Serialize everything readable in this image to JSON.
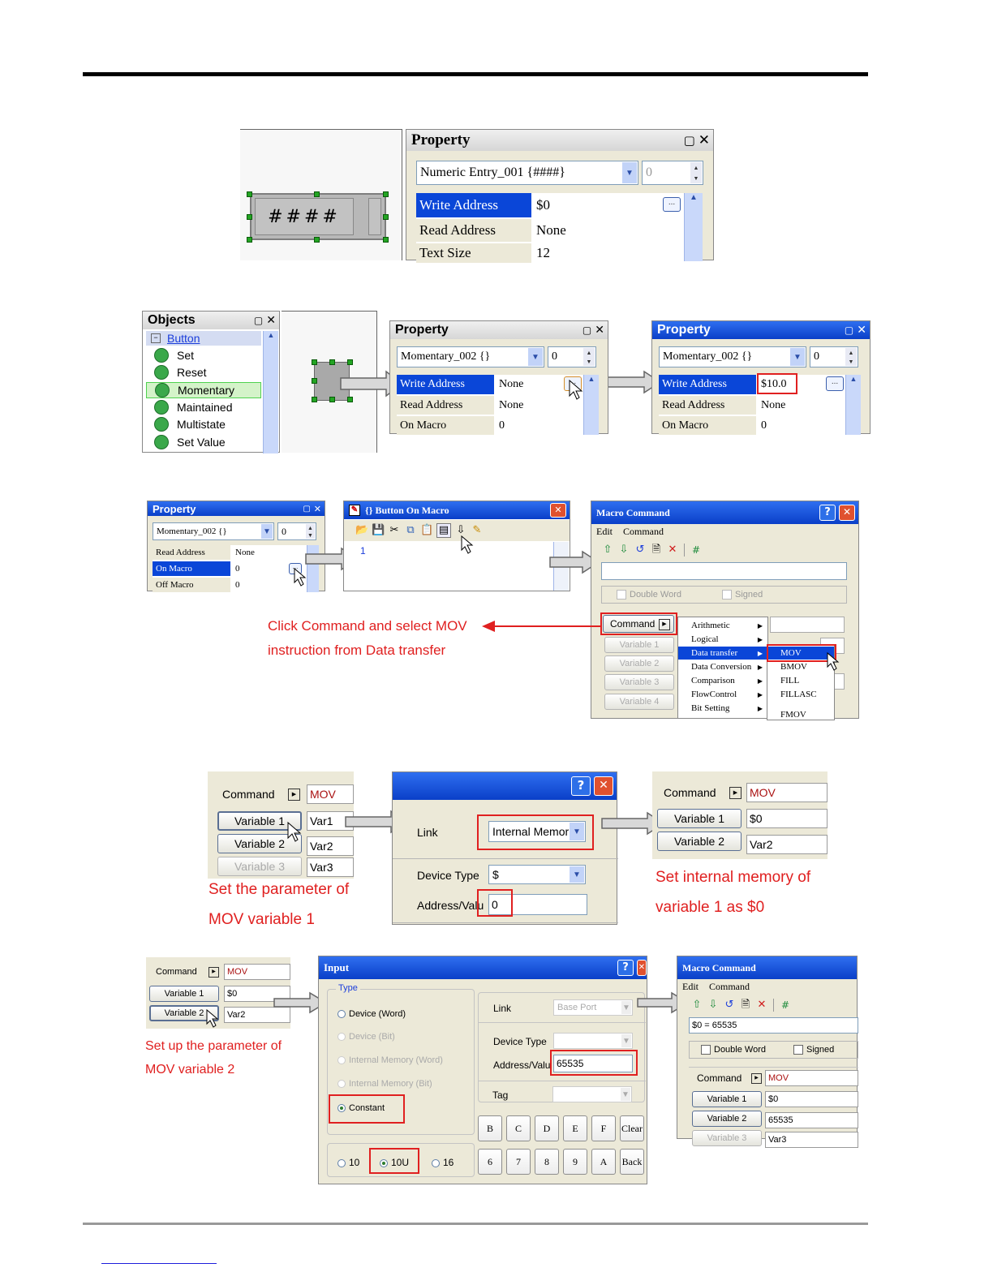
{
  "fig1": {
    "canvas_text": "####",
    "prop": {
      "title": "Property",
      "combo": "Numeric Entry_001 {####}",
      "spin": "0",
      "rows": [
        {
          "key": "Write Address",
          "val": "$0"
        },
        {
          "key": "Read Address",
          "val": "None"
        },
        {
          "key": "Text Size",
          "val": "12"
        }
      ]
    }
  },
  "fig2": {
    "objects": {
      "title": "Objects",
      "group": "Button",
      "items": [
        "Set",
        "Reset",
        "Momentary",
        "Maintained",
        "Multistate",
        "Set Value"
      ]
    },
    "prop_a": {
      "title": "Property",
      "combo": "Momentary_002 {}",
      "spin": "0",
      "rows": [
        {
          "key": "Write Address",
          "val": "None"
        },
        {
          "key": "Read Address",
          "val": "None"
        },
        {
          "key": "On Macro",
          "val": "0"
        }
      ]
    },
    "prop_b": {
      "title": "Property",
      "combo": "Momentary_002 {}",
      "spin": "0",
      "rows": [
        {
          "key": "Write Address",
          "val": "$10.0"
        },
        {
          "key": "Read Address",
          "val": "None"
        },
        {
          "key": "On Macro",
          "val": "0"
        }
      ]
    }
  },
  "fig3": {
    "prop": {
      "title": "Property",
      "combo": "Momentary_002 {}",
      "spin": "0",
      "rows": [
        {
          "key": "Read Address",
          "val": "None"
        },
        {
          "key": "On Macro",
          "val": "0"
        },
        {
          "key": "Off Macro",
          "val": "0"
        }
      ]
    },
    "macro_editor": {
      "title": "{} Button On Macro",
      "line": "1"
    },
    "macro_cmd": {
      "title": "Macro Command",
      "menu_edit": "Edit",
      "menu_command": "Command",
      "double_word": "Double Word",
      "signed": "Signed",
      "hash": "#",
      "command_btn": "Command",
      "variables": [
        "Variable 1",
        "Variable 2",
        "Variable 3",
        "Variable 4"
      ],
      "submenu": [
        "Arithmetic",
        "Logical",
        "Data transfer",
        "Data Conversion",
        "Comparison",
        "FlowControl",
        "Bit Setting"
      ],
      "data_transfer_items": [
        "MOV",
        "BMOV",
        "FILL",
        "FILLASC",
        "FMOV"
      ]
    },
    "note_line1": "Click Command and select MOV",
    "note_line2": "instruction from Data transfer"
  },
  "fig4": {
    "left": {
      "command_btn": "Command",
      "command_val": "MOV",
      "buttons": [
        "Variable 1",
        "Variable 2",
        "Variable 3"
      ],
      "values": [
        "Var1",
        "Var2",
        "Var3"
      ]
    },
    "dialog": {
      "link_label": "Link",
      "link_value": "Internal Memor",
      "device_label": "Device Type",
      "device_value": "$",
      "address_label": "Address/Valu",
      "address_value": "0"
    },
    "right": {
      "command_btn": "Command",
      "command_val": "MOV",
      "buttons": [
        "Variable 1",
        "Variable 2"
      ],
      "values": [
        "$0",
        "Var2"
      ]
    },
    "note_left_1": "Set the parameter of",
    "note_left_2": "MOV variable 1",
    "note_right_1": "Set internal memory of",
    "note_right_2": "variable 1 as $0"
  },
  "fig5": {
    "left": {
      "command_btn": "Command",
      "command_val": "MOV",
      "buttons": [
        "Variable 1",
        "Variable 2"
      ],
      "values": [
        "$0",
        "Var2"
      ]
    },
    "input": {
      "title": "Input",
      "type_label": "Type",
      "type_options": [
        "Device (Word)",
        "Device (Bit)",
        "Internal Memory (Word)",
        "Internal Memory (Bit)",
        "Constant"
      ],
      "link_label": "Link",
      "link_value": "Base Port",
      "device_label": "Device Type",
      "address_label": "Address/Valu",
      "address_value": "65535",
      "tag_label": "Tag",
      "radix": [
        "10",
        "10U",
        "16"
      ],
      "keys_row1": [
        "B",
        "C",
        "D",
        "E",
        "F",
        "Clear"
      ],
      "keys_row2": [
        "6",
        "7",
        "8",
        "9",
        "A",
        "Back"
      ]
    },
    "macro": {
      "title": "Macro Command",
      "menu_edit": "Edit",
      "menu_command": "Command",
      "hash": "#",
      "expression": "$0 = 65535",
      "double_word": "Double Word",
      "signed": "Signed",
      "command_btn": "Command",
      "command_val": "MOV",
      "buttons": [
        "Variable 1",
        "Variable 2",
        "Variable 3"
      ],
      "values": [
        "$0",
        "65535",
        "Var3"
      ]
    },
    "note_1": "Set up the parameter of",
    "note_2": "MOV variable 2"
  }
}
